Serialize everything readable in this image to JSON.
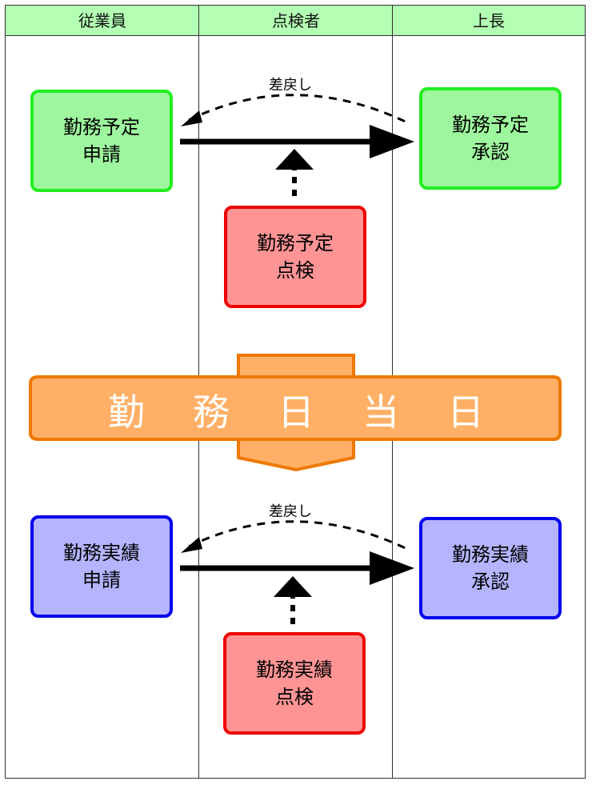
{
  "lanes": {
    "employee": "従業員",
    "checker": "点検者",
    "boss": "上長"
  },
  "schedule": {
    "request": "勤務予定\n申請",
    "approve": "勤務予定\n承認",
    "check": "勤務予定\n点検",
    "return_label": "差戻し"
  },
  "banner": {
    "text": "勤務日当日"
  },
  "actual": {
    "request": "勤務実績\n申請",
    "approve": "勤務実績\n承認",
    "check": "勤務実績\n点検",
    "return_label": "差戻し"
  },
  "colors": {
    "header_bg": "#b3ffb3",
    "green_fill": "#9ef79e",
    "green_border": "#22ee22",
    "red_fill": "#ff9494",
    "red_border": "#ee0000",
    "blue_fill": "#b4b4ff",
    "blue_border": "#0000ee",
    "banner_fill": "#ffb066",
    "banner_border": "#f07800"
  }
}
